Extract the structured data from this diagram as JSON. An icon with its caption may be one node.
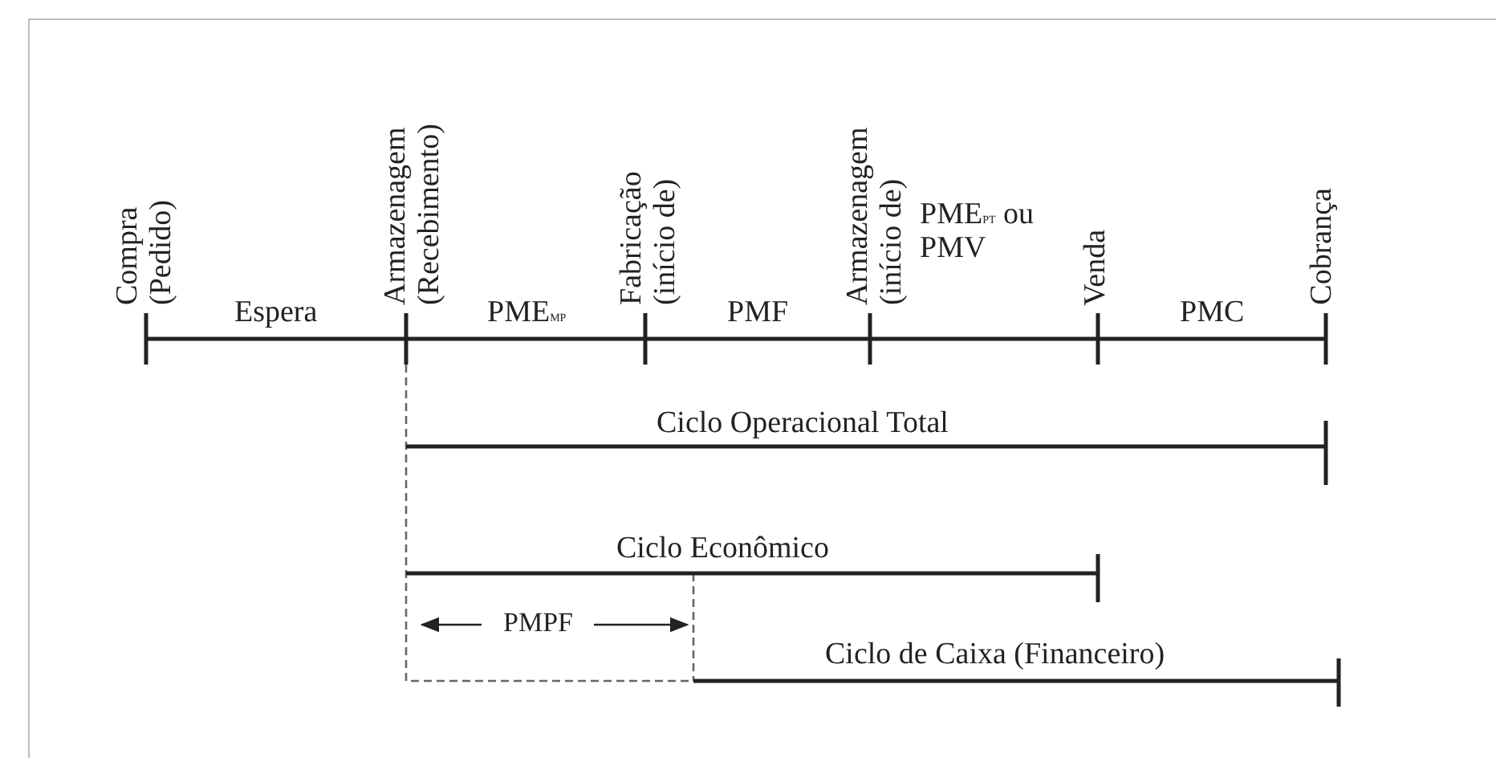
{
  "diagram": {
    "labels": [
      "Compra (Pedido)",
      "Armazenagem (Recebimento)",
      "Fabricação (início de)",
      "Armazenagem (início de)",
      "Venda",
      "Cobrança",
      "Espera",
      "PME$_{MP}$",
      "PMF",
      "PME$_{PT}$ ou PMV",
      "PMC",
      "Ciclo Operacional Total",
      "Ciclo Econômico",
      "PMPF",
      "Ciclo de Caixa (Financeiro)"
    ]
  }
}
